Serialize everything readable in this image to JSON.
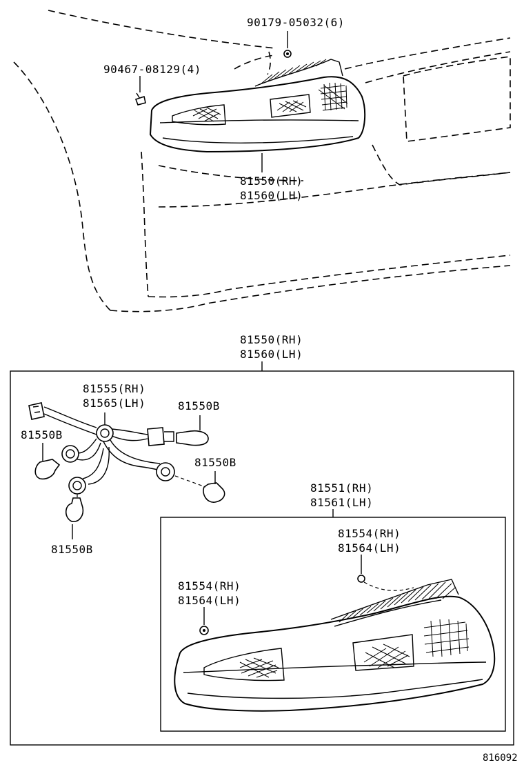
{
  "labels": {
    "clip_top": "90179-05032(6)",
    "screw_left": "90467-08129(4)",
    "lamp_rh": "81550(RH)",
    "lamp_lh": "81560(LH)",
    "assy_rh": "81550(RH)",
    "assy_lh": "81560(LH)",
    "socket_rh": "81555(RH)",
    "socket_lh": "81565(LH)",
    "bulb_a": "81550B",
    "bulb_b": "81550B",
    "bulb_c": "81550B",
    "bulb_d": "81550B",
    "lens_rh": "81551(RH)",
    "lens_lh": "81561(LH)",
    "gasket_a_rh": "81554(RH)",
    "gasket_a_lh": "81564(LH)",
    "gasket_b_rh": "81554(RH)",
    "gasket_b_lh": "81564(LH)",
    "figure_no": "816092"
  }
}
